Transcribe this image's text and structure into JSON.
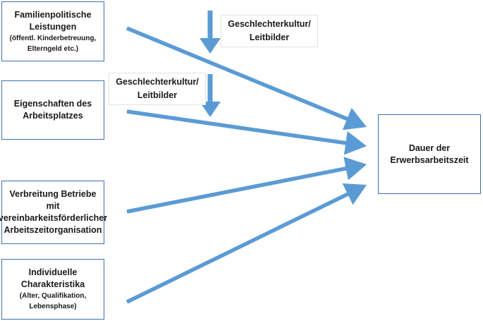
{
  "boxes": {
    "familienpolitik": {
      "line1": "Familienpolitische",
      "line2": "Leistungen",
      "sub1": "(öffentl. Kinderbetreuung,",
      "sub2": "Elterngeld etc.)"
    },
    "arbeitsplatz": {
      "line1": "Eigenschaften des",
      "line2": "Arbeitsplatzes"
    },
    "betriebe": {
      "line1": "Verbreitung Betriebe mit",
      "line2": "vereinbarkeitsförderlicher",
      "line3": "Arbeitszeitorganisation"
    },
    "individuell": {
      "line1": "Individuelle",
      "line2": "Charakteristika",
      "sub1": "(Alter, Qualifikation,",
      "sub2": "Lebensphase)"
    },
    "outcome": {
      "line1": "Dauer der",
      "line2": "Erwerbsarbeitszeit"
    }
  },
  "moderators": [
    {
      "line1": "Geschlechterkultur/",
      "line2": "Leitbilder"
    },
    {
      "line1": "Geschlechterkultur/",
      "line2": "Leitbilder"
    }
  ],
  "colors": {
    "arrow": "#5b9bd5",
    "box_border": "#3d6fb0"
  }
}
